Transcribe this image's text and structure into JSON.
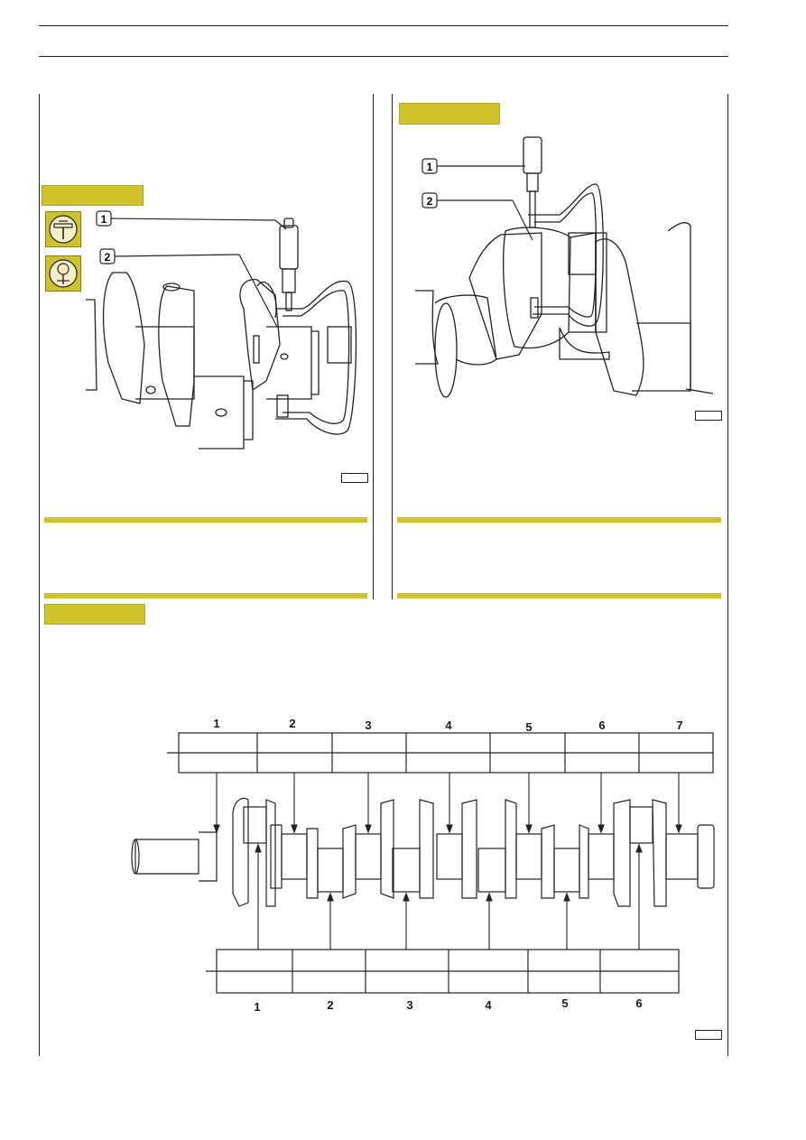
{
  "figure_left": {
    "callouts": [
      "1",
      "2"
    ],
    "icons": [
      "micrometer-tool-icon",
      "measure-diameter-icon"
    ]
  },
  "figure_right": {
    "callouts": [
      "1",
      "2"
    ]
  },
  "figure_bottom": {
    "main_journal_numbers": [
      "1",
      "2",
      "3",
      "4",
      "5",
      "6",
      "7"
    ],
    "crankpin_numbers": [
      "1",
      "2",
      "3",
      "4",
      "5",
      "6"
    ]
  },
  "colors": {
    "accent": "#cfc22a",
    "line": "#222222"
  }
}
